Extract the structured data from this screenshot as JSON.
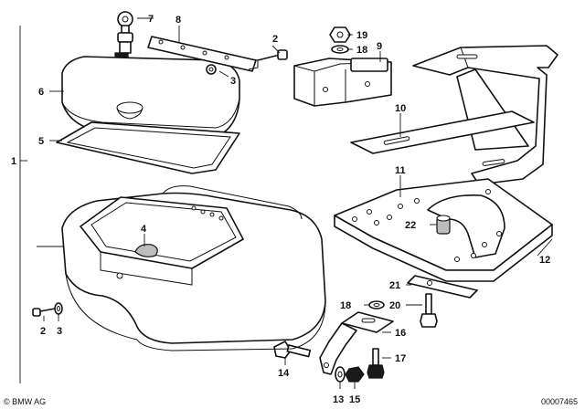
{
  "labels": {
    "l1": "1",
    "l2a": "2",
    "l2b": "2",
    "l22": "22",
    "l3a": "3",
    "l3b": "3",
    "l4": "4",
    "l5": "5",
    "l6": "6",
    "l7": "7",
    "l8": "8",
    "l9": "9",
    "l10": "10",
    "l11": "11",
    "l12": "12",
    "l13": "13",
    "l14": "14",
    "l15": "15",
    "l16": "16",
    "l17": "17",
    "l18a": "18",
    "l18b": "18",
    "l19": "19",
    "l20": "20",
    "l21": "21"
  },
  "footer": {
    "brand": "© BMW AG",
    "code": "00007465"
  }
}
